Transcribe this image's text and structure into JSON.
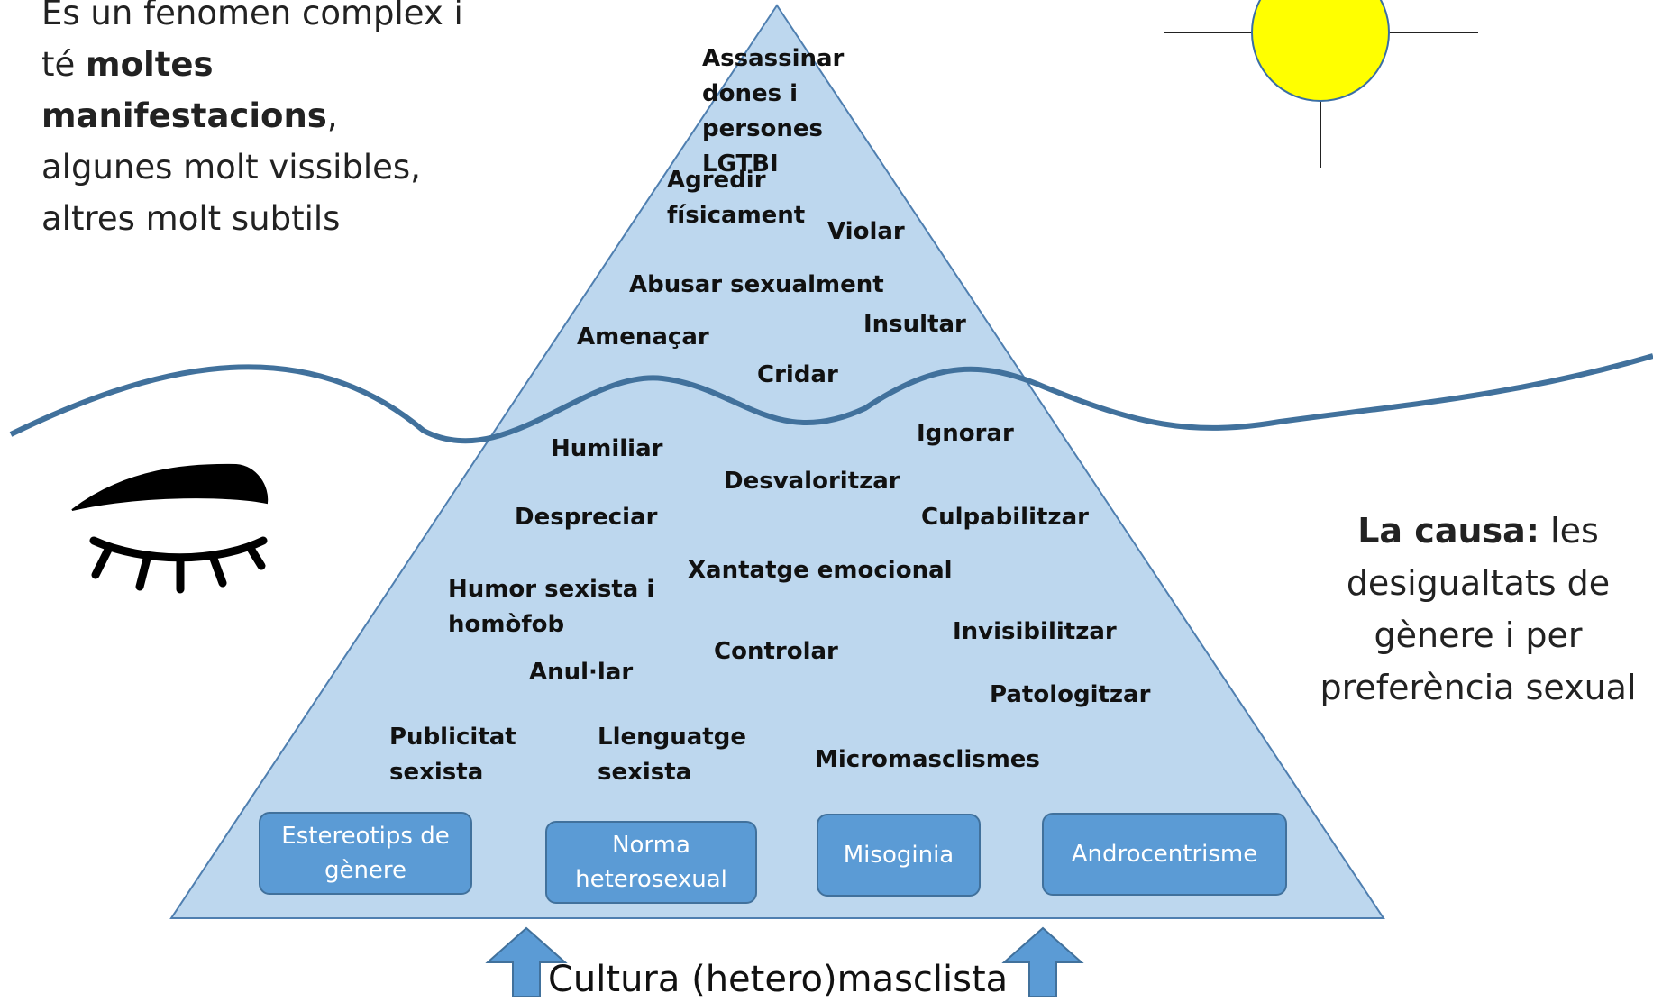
{
  "intro": {
    "part1": "Es un fenomen complex i té ",
    "bold": "moltes manifestacions",
    "part2": ", algunes molt vissibles, altres molt subtils"
  },
  "cause": {
    "bold": "La causa:",
    "rest": " les desigualtats de gènere i per preferència sexual"
  },
  "labels": {
    "assassinar": "Assassinar dones i persones LGTBI",
    "agredir": "Agredir físicament",
    "violar": "Violar",
    "abusar": "Abusar sexualment",
    "insultar": "Insultar",
    "amenacar": "Amenaçar",
    "cridar": "Cridar",
    "humiliar": "Humiliar",
    "ignorar": "Ignorar",
    "desvaloritzar": "Desvaloritzar",
    "despreciar": "Despreciar",
    "culpabilitzar": "Culpabilitzar",
    "xantatge": "Xantatge emocional",
    "humor": "Humor sexista i homòfob",
    "invisibilitzar": "Invisibilitzar",
    "controlar": "Controlar",
    "anular": "Anul·lar",
    "patologitzar": "Patologitzar",
    "publicitat": "Publicitat sexista",
    "llenguatge": "Llenguatge sexista",
    "micromasclismes": "Micromasclismes"
  },
  "boxes": {
    "estereotips": "Estereotips de gènere",
    "norma": "Norma heterosexual",
    "misoginia": "Misoginia",
    "androcentrisme": "Androcentrisme"
  },
  "culture": "Cultura (hetero)masclista",
  "colors": {
    "pyramid_fill": "#bdd7ee",
    "pyramid_stroke": "#4f7fb0",
    "wave": "#41719c",
    "box_fill": "#5b9bd5",
    "arrow_fill": "#5b9bd5",
    "sun": "#ffff00"
  }
}
